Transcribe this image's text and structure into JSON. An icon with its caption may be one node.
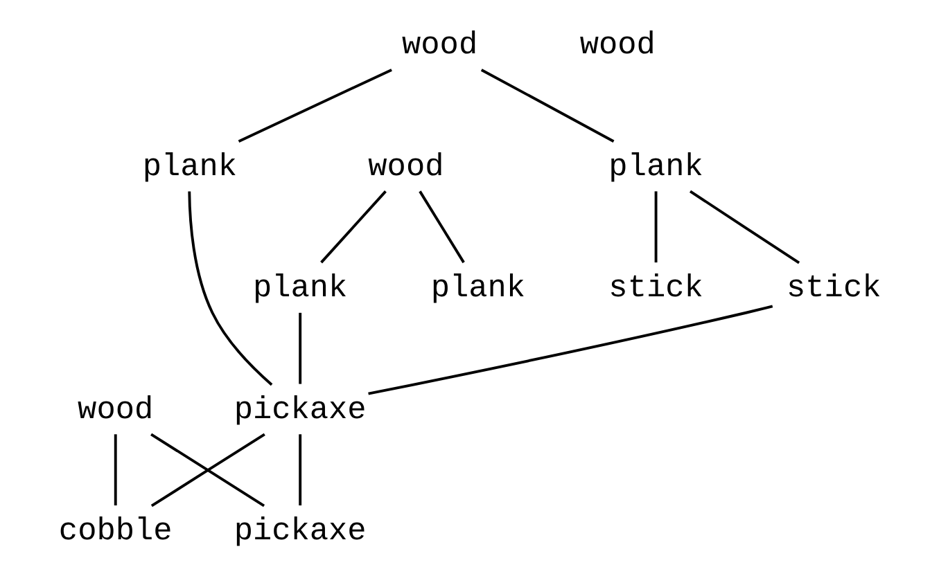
{
  "diagram": {
    "nodes": [
      {
        "text": [
          "wood"
        ]
      },
      {
        "text": [
          "wood"
        ]
      },
      {
        "text": [
          "wood"
        ]
      },
      {
        "text": [
          "wood"
        ]
      },
      {
        "text": [
          "plank"
        ]
      },
      {
        "text": [
          "plank"
        ]
      },
      {
        "text": [
          "plank"
        ]
      },
      {
        "text": [
          "plank"
        ]
      },
      {
        "text": [
          "stick"
        ]
      },
      {
        "text": [
          "stick"
        ]
      },
      {
        "text": [
          "pickaxe"
        ]
      },
      {
        "text": [
          "cobble"
        ]
      },
      {
        "text": [
          "pickaxe"
        ]
      }
    ],
    "edges": [
      {
        "from": 0,
        "to": 4,
        "arrow": "none"
      },
      {
        "from": 0,
        "to": 5,
        "arrow": "none"
      },
      {
        "from": 1,
        "to": 6,
        "arrow": "none"
      },
      {
        "from": 1,
        "to": 7,
        "arrow": "none"
      },
      {
        "from": 4,
        "to": 8,
        "arrow": "none"
      },
      {
        "from": 4,
        "to": 9,
        "arrow": "none"
      },
      {
        "from": 9,
        "to": 10,
        "arrow": "none"
      },
      {
        "from": 5,
        "to": 10,
        "arrow": "none"
      },
      {
        "from": 6,
        "to": 10,
        "arrow": "none"
      },
      {
        "from": 10,
        "to": 11,
        "arrow": "none"
      },
      {
        "from": 10,
        "to": 12,
        "arrow": "none"
      },
      {
        "from": 3,
        "to": 11,
        "arrow": "none"
      },
      {
        "from": 3,
        "to": 12,
        "arrow": "none"
      }
    ]
  }
}
